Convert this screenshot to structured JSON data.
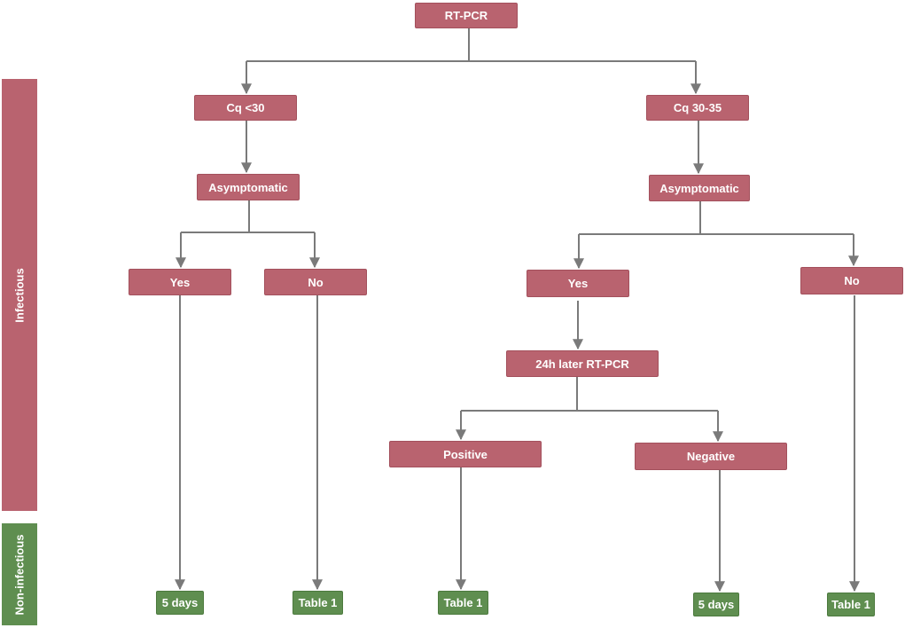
{
  "colors": {
    "infectious": "#b9636f",
    "non_infectious": "#5f8e50",
    "connector": "#7a7a7a"
  },
  "bands": {
    "infectious": "Infectious",
    "non_infectious": "Non-infectious"
  },
  "nodes": {
    "root": "RT-PCR",
    "cq_low": "Cq <30",
    "cq_mid": "Cq 30-35",
    "asym_left": "Asymptomatic",
    "asym_right": "Asymptomatic",
    "yes_left": "Yes",
    "no_left": "No",
    "yes_right": "Yes",
    "no_right": "No",
    "retest": "24h later RT-PCR",
    "positive": "Positive",
    "negative": "Negative",
    "out_5days_left": "5 days",
    "out_table1_left": "Table 1",
    "out_table1_mid": "Table 1",
    "out_5days_right": "5 days",
    "out_table1_right": "Table 1"
  }
}
